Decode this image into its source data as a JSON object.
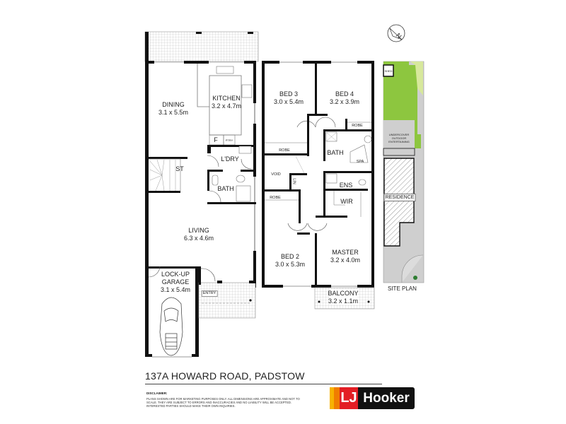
{
  "property": {
    "address": "137A HOWARD ROAD, PADSTOW"
  },
  "disclaimer": {
    "heading": "DISCLAIMER:",
    "text": "PLANS SHOWN ARE FOR MARKETING PURPOSES ONLY. ALL DIMENSIONS ARE APPROXIMATE AND NOT TO SCALE. THEY ARE SUBJECT TO ERRORS AND INACCURACIES AND NO LIABILITY WILL BE ACCEPTED. INTERESTED PARTIES SHOULD MAKE THEIR OWN INQUIRIES."
  },
  "brand": {
    "logo_mark": "LJ",
    "logo_name": "Hooker",
    "colors": {
      "red": "#e31e24",
      "orange": "#f07d00",
      "yellow": "#f7b200",
      "black": "#111111"
    }
  },
  "ground_floor": {
    "rooms": [
      {
        "name": "DINING",
        "dims": "3.1 x 5.5m"
      },
      {
        "name": "KITCHEN",
        "dims": "3.2 x 4.7m"
      },
      {
        "name": "L'DRY",
        "dims": ""
      },
      {
        "name": "BATH",
        "dims": ""
      },
      {
        "name": "ST",
        "dims": ""
      },
      {
        "name": "F",
        "dims": ""
      },
      {
        "name": "PTRY",
        "dims": ""
      },
      {
        "name": "LIVING",
        "dims": "6.3 x 4.6m"
      },
      {
        "name": "LOCK-UP GARAGE",
        "dims": "3.1 x 5.4m"
      },
      {
        "name": "ENTRY",
        "dims": ""
      }
    ]
  },
  "first_floor": {
    "rooms": [
      {
        "name": "BED 3",
        "dims": "3.0 x 5.4m"
      },
      {
        "name": "BED 4",
        "dims": "3.2 x 3.9m"
      },
      {
        "name": "ROBE",
        "dims": ""
      },
      {
        "name": "ROBE",
        "dims": ""
      },
      {
        "name": "BATH",
        "dims": ""
      },
      {
        "name": "SPA",
        "dims": ""
      },
      {
        "name": "VOID",
        "dims": ""
      },
      {
        "name": "LIN",
        "dims": ""
      },
      {
        "name": "ENS",
        "dims": ""
      },
      {
        "name": "ROBE",
        "dims": ""
      },
      {
        "name": "WIR",
        "dims": ""
      },
      {
        "name": "BED 2",
        "dims": "3.0 x 5.3m"
      },
      {
        "name": "MASTER",
        "dims": "3.2 x 4.0m"
      },
      {
        "name": "BALCONY",
        "dims": "3.2 x 1.1m"
      }
    ]
  },
  "site_plan": {
    "label": "SITE PLAN",
    "residence_label": "RESIDENCE",
    "shed_label": "SHED",
    "outdoor_label": "UNDERCOVER OUTDOOR ENTERTAINING",
    "lawn_color": "#8dc63f",
    "paving_color": "#cfcfcf"
  },
  "compass": {
    "label": "N"
  }
}
